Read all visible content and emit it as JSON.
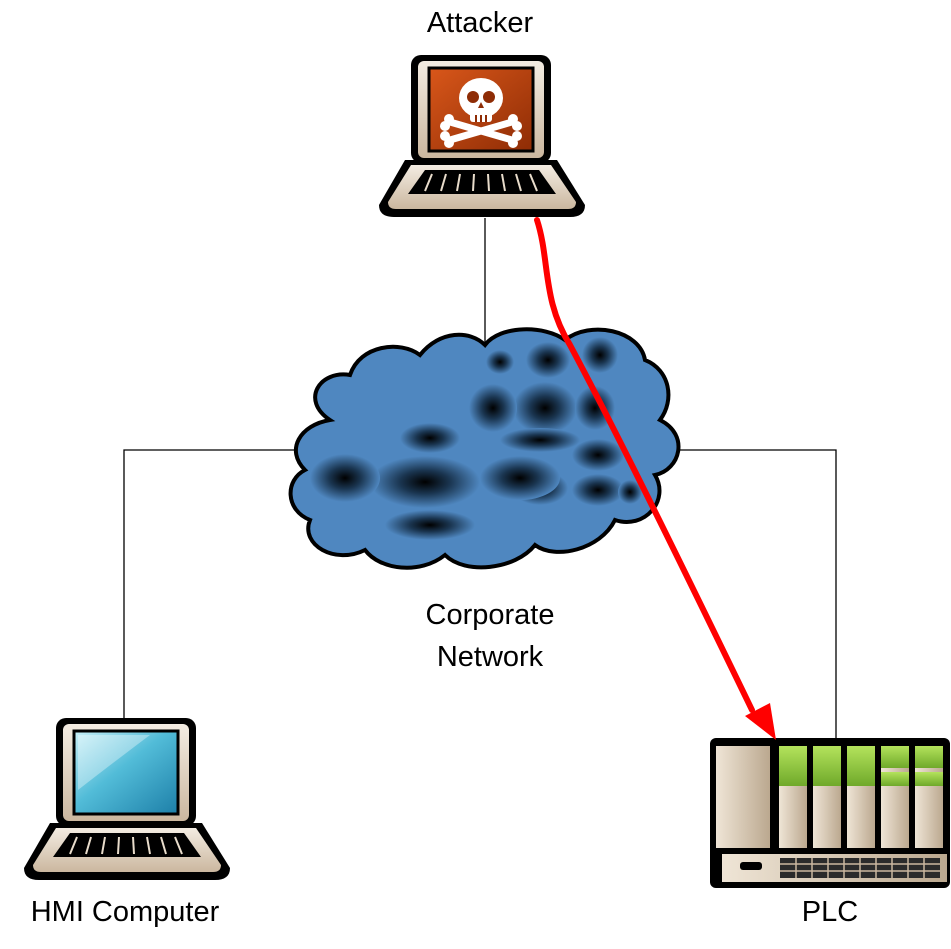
{
  "nodes": {
    "attacker": {
      "label": "Attacker",
      "icon": "laptop-skull-icon"
    },
    "network": {
      "label_line1": "Corporate",
      "label_line2": "Network",
      "icon": "cloud-icon"
    },
    "hmi": {
      "label": "HMI Computer",
      "icon": "laptop-icon"
    },
    "plc": {
      "label": "PLC",
      "icon": "plc-rack-icon"
    }
  },
  "connections": [
    {
      "from": "attacker",
      "to": "network"
    },
    {
      "from": "network",
      "to": "hmi"
    },
    {
      "from": "network",
      "to": "plc"
    }
  ],
  "attack_path": {
    "from": "attacker",
    "to": "plc",
    "color": "#ff0000"
  },
  "colors": {
    "cloud": "#4f87c0",
    "attacker_screen": "#c0450e",
    "hmi_screen": "#35a6c8",
    "plc_module_top": "#8cc63e",
    "laptop_body": "#e8dccb"
  }
}
